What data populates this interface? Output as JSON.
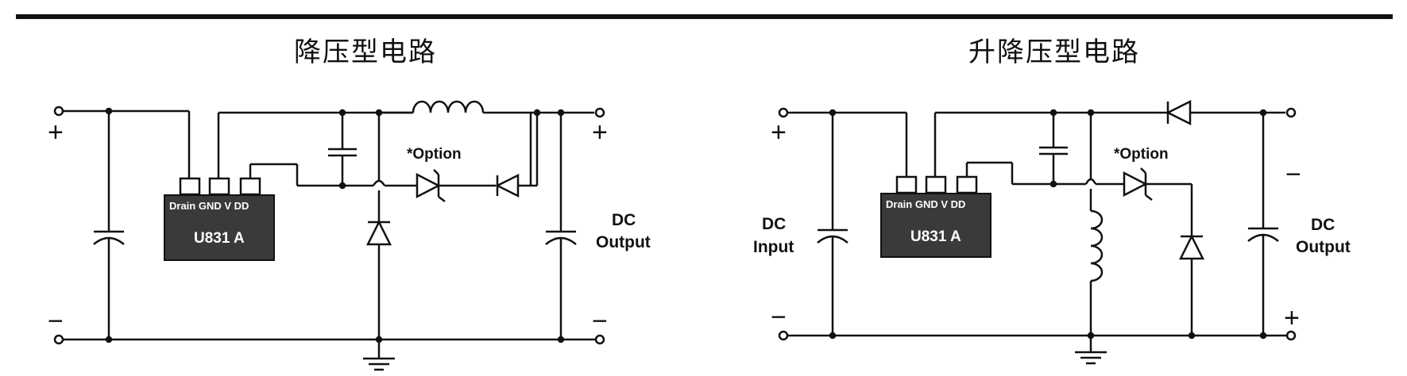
{
  "left": {
    "title": "降压型电路",
    "plus_in": "+",
    "minus_in": "−",
    "plus_out": "+",
    "minus_out": "−",
    "option": "*Option",
    "output_label_1": "DC",
    "output_label_2": "Output",
    "chip_name": "U831 A",
    "pins": "Drain GND V DD"
  },
  "right": {
    "title": "升降压型电路",
    "plus_in": "+",
    "minus_in": "−",
    "minus_out": "−",
    "plus_out": "+",
    "option": "*Option",
    "input_label_1": "DC",
    "input_label_2": "Input",
    "output_label_1": "DC",
    "output_label_2": "Output",
    "chip_name": "U831 A",
    "pins": "Drain GND V DD"
  }
}
